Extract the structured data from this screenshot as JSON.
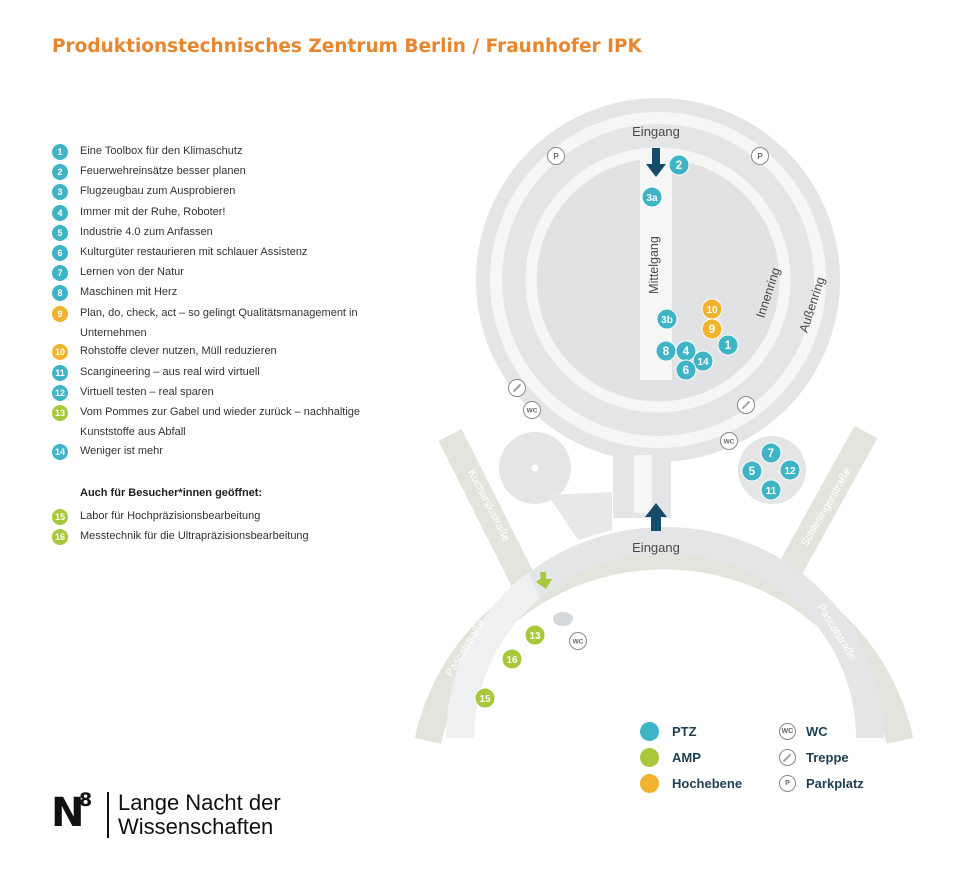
{
  "title": "Produktionstechnisches Zentrum Berlin / Fraunhofer IPK",
  "colors": {
    "title": "#e8862e",
    "ptz": "#3fb4c6",
    "amp": "#a7c83a",
    "hochebene": "#f0b32d",
    "arrow": "#144d6c",
    "building": "#e3e5e7",
    "corridor": "#f6f6f6",
    "road": "#e2e5dc"
  },
  "legend_items": [
    {
      "num": "1",
      "text": "Eine Toolbox für den Klimaschutz",
      "cat": "ptz"
    },
    {
      "num": "2",
      "text": "Feuerwehreinsätze besser planen",
      "cat": "ptz"
    },
    {
      "num": "3",
      "text": "Flugzeugbau zum Ausprobieren",
      "cat": "ptz"
    },
    {
      "num": "4",
      "text": "Immer mit der Ruhe, Roboter!",
      "cat": "ptz"
    },
    {
      "num": "5",
      "text": "Industrie 4.0 zum Anfassen",
      "cat": "ptz"
    },
    {
      "num": "6",
      "text": "Kulturgüter restaurieren mit schlauer Assistenz",
      "cat": "ptz"
    },
    {
      "num": "7",
      "text": "Lernen von der Natur",
      "cat": "ptz"
    },
    {
      "num": "8",
      "text": "Maschinen mit Herz",
      "cat": "ptz"
    },
    {
      "num": "9",
      "text": "Plan, do, check, act – so gelingt Qualitätsmanagement in Unternehmen",
      "cat": "hochebene"
    },
    {
      "num": "10",
      "text": "Rohstoffe clever nutzen, Müll reduzieren",
      "cat": "hochebene"
    },
    {
      "num": "11",
      "text": "Scangineering – aus real wird virtuell",
      "cat": "ptz"
    },
    {
      "num": "12",
      "text": "Virtuell testen – real sparen",
      "cat": "ptz"
    },
    {
      "num": "13",
      "text": "Vom Pommes zur Gabel und wieder zurück – nachhaltige Kunststoffe aus Abfall",
      "cat": "amp"
    },
    {
      "num": "14",
      "text": "Weniger ist mehr",
      "cat": "ptz"
    }
  ],
  "extra_heading": "Auch für Besucher*innen geöffnet:",
  "extra_items": [
    {
      "num": "15",
      "text": "Labor für Hochpräzisionsbearbeitung",
      "cat": "amp"
    },
    {
      "num": "16",
      "text": "Messtechnik für die Ultrapräzisionsbearbeitung",
      "cat": "amp"
    }
  ],
  "map_labels": {
    "entrance_top": "Eingang",
    "entrance_bottom": "Eingang",
    "mittelgang": "Mittelgang",
    "innenring": "Innenring",
    "aussenring": "Außenring",
    "kucharskistrasse": "Kucharskistraße",
    "schlesingerstrasse": "Schlesingerstraße",
    "pascalstrasse_left": "Pascalstraße",
    "pascalstrasse_right": "Pascalstraße"
  },
  "map_markers": [
    {
      "label": "2",
      "cat": "ptz"
    },
    {
      "label": "3a",
      "cat": "ptz"
    },
    {
      "label": "3b",
      "cat": "ptz"
    },
    {
      "label": "10",
      "cat": "hochebene"
    },
    {
      "label": "9",
      "cat": "hochebene"
    },
    {
      "label": "1",
      "cat": "ptz"
    },
    {
      "label": "8",
      "cat": "ptz"
    },
    {
      "label": "4",
      "cat": "ptz"
    },
    {
      "label": "14",
      "cat": "ptz"
    },
    {
      "label": "6",
      "cat": "ptz"
    },
    {
      "label": "7",
      "cat": "ptz"
    },
    {
      "label": "5",
      "cat": "ptz"
    },
    {
      "label": "12",
      "cat": "ptz"
    },
    {
      "label": "11",
      "cat": "ptz"
    },
    {
      "label": "13",
      "cat": "amp"
    },
    {
      "label": "16",
      "cat": "amp"
    },
    {
      "label": "15",
      "cat": "amp"
    }
  ],
  "map_icons": [
    {
      "type": "parking-icon",
      "label": "P"
    },
    {
      "type": "parking-icon",
      "label": "P"
    },
    {
      "type": "wc-icon",
      "label": "WC"
    },
    {
      "type": "wc-icon",
      "label": "WC"
    },
    {
      "type": "wc-icon",
      "label": "WC"
    },
    {
      "type": "stairs-icon",
      "label": ""
    },
    {
      "type": "stairs-icon",
      "label": ""
    }
  ],
  "key": {
    "ptz": "PTZ",
    "amp": "AMP",
    "hochebene": "Hochebene",
    "wc": "WC",
    "wc_icon": "WC",
    "treppe": "Treppe",
    "parkplatz": "Parkplatz",
    "parkplatz_icon": "P"
  },
  "brand": {
    "mark_letter": "N",
    "mark_number": "8",
    "line1": "Lange Nacht der",
    "line2": "Wissenschaften"
  }
}
